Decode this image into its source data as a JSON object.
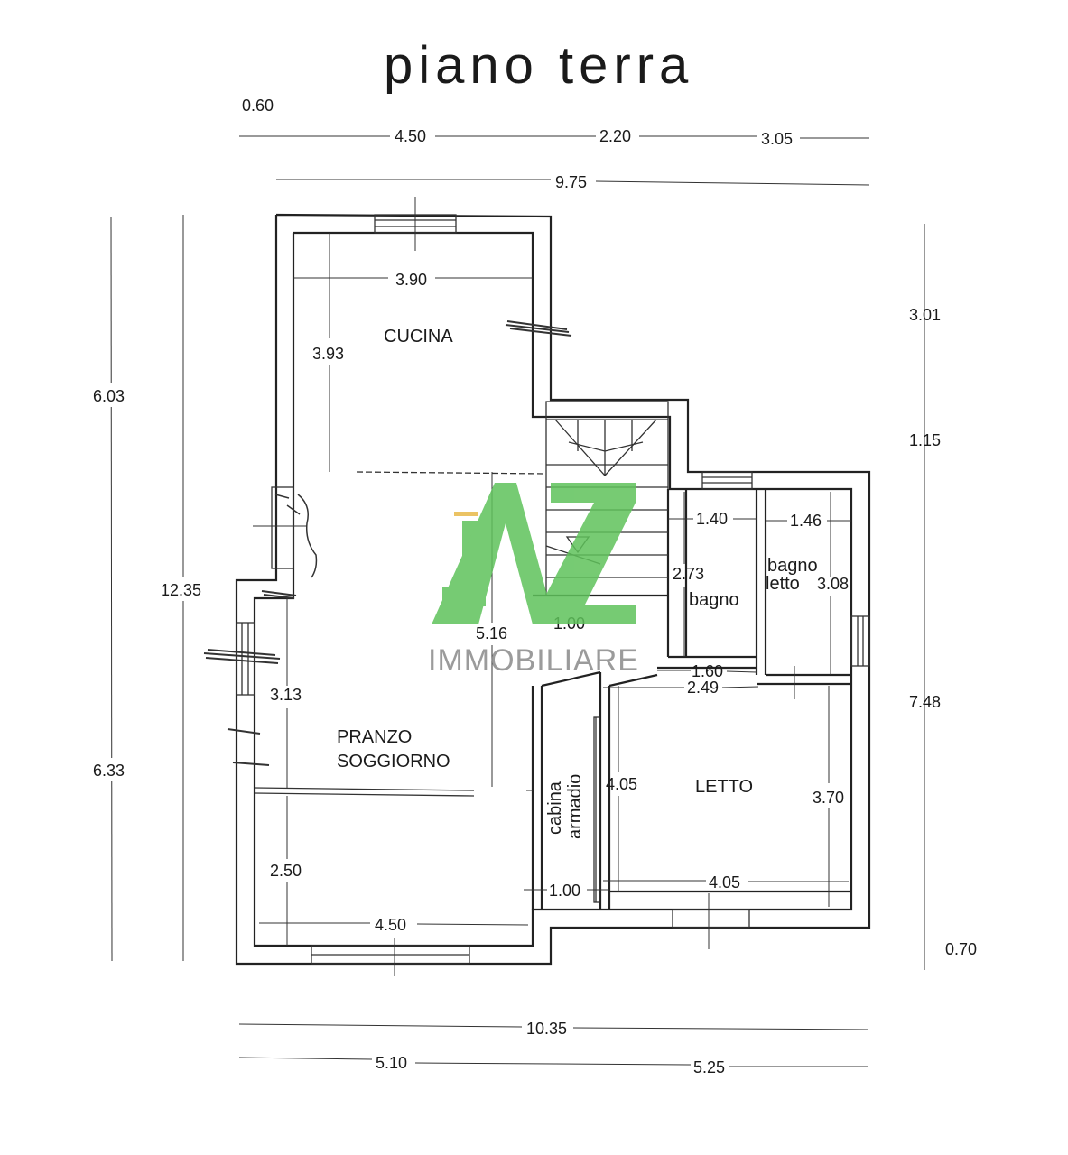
{
  "title": "piano terra",
  "logo": {
    "text": "IMMOBILIARE",
    "brand_color": "#5fc25b",
    "accent_color": "#e8b94a"
  },
  "rooms": {
    "cucina": "CUCINA",
    "pranzo": "PRANZO",
    "soggiorno": "SOGGIORNO",
    "bagno": "bagno",
    "bagno_letto_1": "bagno",
    "bagno_letto_2": "letto",
    "cabina_1": "cabina",
    "cabina_2": "armadio",
    "letto": "LETTO"
  },
  "dimensions": {
    "top_060": "0.60",
    "top_450": "4.50",
    "top_220": "2.20",
    "top_305": "3.05",
    "top_975": "9.75",
    "left_603": "6.03",
    "left_1235": "12.35",
    "left_633": "6.33",
    "right_301": "3.01",
    "right_115": "1.15",
    "right_748": "7.48",
    "right_070": "0.70",
    "bottom_1035": "10.35",
    "bottom_510": "5.10",
    "bottom_525": "5.25",
    "cucina_w": "3.90",
    "cucina_h": "3.93",
    "soggiorno_516": "5.16",
    "soggiorno_313": "3.13",
    "soggiorno_250": "2.50",
    "soggiorno_450": "4.50",
    "stair_100": "1.00",
    "bagno_140": "1.40",
    "bagno_273": "2.73",
    "bagnoletto_146": "1.46",
    "bagnoletto_308": "3.08",
    "corr_160": "1.60",
    "corr_249": "2.49",
    "letto_405v": "4.05",
    "letto_370": "3.70",
    "letto_405h": "4.05",
    "cabina_100": "1.00"
  }
}
